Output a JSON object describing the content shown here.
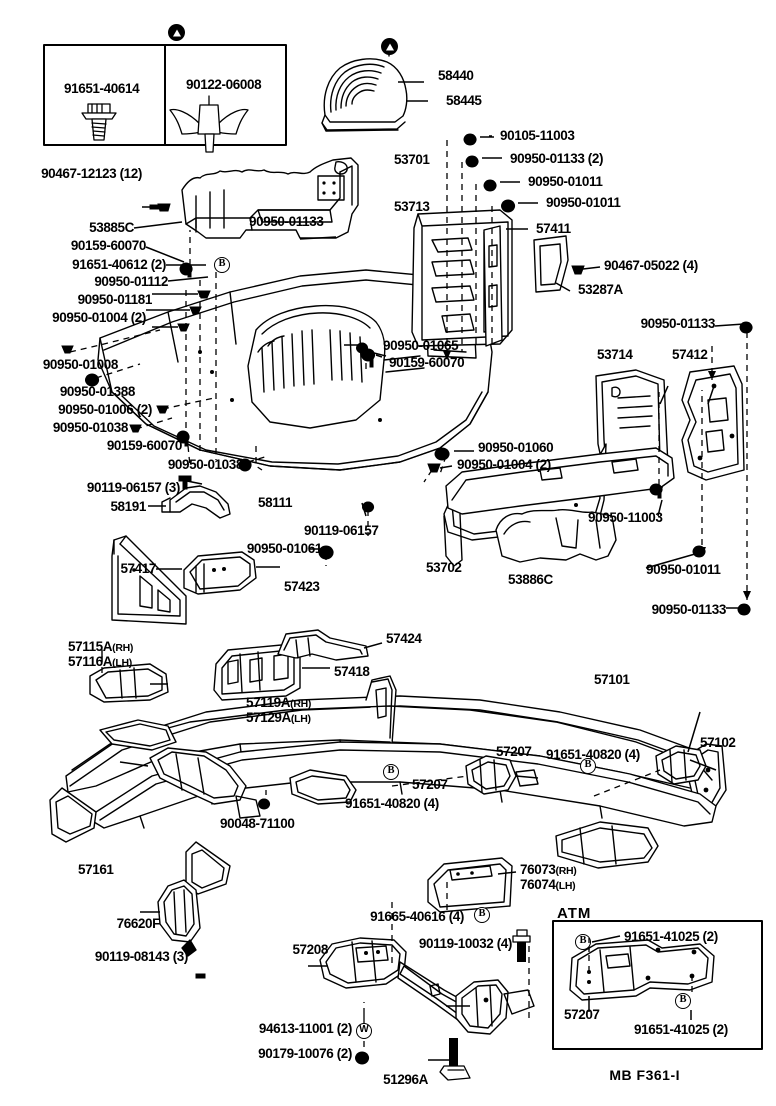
{
  "diagram": {
    "footer_code": "MB  F361-I",
    "atm_section_label": "ATM",
    "marker_b": "B",
    "marker_w": "W"
  },
  "legend_box": {
    "items": [
      {
        "part_number": "91651-40614",
        "icon": "bolt-icon"
      },
      {
        "part_number": "90122-06008",
        "icon": "wing-clip-icon"
      }
    ]
  },
  "callouts": [
    {
      "id": "c01",
      "text": "90467-12123 (12)"
    },
    {
      "id": "c02",
      "text": "53885C"
    },
    {
      "id": "c03",
      "text": "90159-60070"
    },
    {
      "id": "c04",
      "text": "91651-40612 (2)"
    },
    {
      "id": "c05",
      "text": "90950-01112"
    },
    {
      "id": "c06",
      "text": "90950-01181"
    },
    {
      "id": "c07",
      "text": "90950-01004 (2)"
    },
    {
      "id": "c08",
      "text": "90950-01008"
    },
    {
      "id": "c09",
      "text": "90950-01388"
    },
    {
      "id": "c10",
      "text": "90950-01006 (2)"
    },
    {
      "id": "c11",
      "text": "90950-01038"
    },
    {
      "id": "c12",
      "text": "90159-60070"
    },
    {
      "id": "c13",
      "text": "90950-01038"
    },
    {
      "id": "c14",
      "text": "90119-06157 (3)"
    },
    {
      "id": "c15",
      "text": "58191"
    },
    {
      "id": "c16",
      "text": "57417"
    },
    {
      "id": "c17",
      "text": "57115A",
      "suffix": "(RH)"
    },
    {
      "id": "c18",
      "text": "57116A",
      "suffix": "(LH)"
    },
    {
      "id": "c19",
      "text": "58111"
    },
    {
      "id": "c20",
      "text": "90950-01061"
    },
    {
      "id": "c21",
      "text": "57423"
    },
    {
      "id": "c22",
      "text": "90119-06157"
    },
    {
      "id": "c23",
      "text": "58440"
    },
    {
      "id": "c24",
      "text": "58445"
    },
    {
      "id": "c25",
      "text": "53701"
    },
    {
      "id": "c26",
      "text": "53713"
    },
    {
      "id": "c27",
      "text": "90105-11003"
    },
    {
      "id": "c28",
      "text": "90950-01133 (2)"
    },
    {
      "id": "c29",
      "text": "90950-01011"
    },
    {
      "id": "c30",
      "text": "90950-01011"
    },
    {
      "id": "c31",
      "text": "57411"
    },
    {
      "id": "c32",
      "text": "90467-05022 (4)"
    },
    {
      "id": "c33",
      "text": "53287A"
    },
    {
      "id": "c34",
      "text": "90950-01133"
    },
    {
      "id": "c35",
      "text": "53714"
    },
    {
      "id": "c36",
      "text": "57412"
    },
    {
      "id": "c37",
      "text": "90950-11003"
    },
    {
      "id": "c38",
      "text": "90950-01011"
    },
    {
      "id": "c39",
      "text": "90950-01133"
    },
    {
      "id": "c40",
      "text": "90950-01133"
    },
    {
      "id": "c41",
      "text": "90950-01065"
    },
    {
      "id": "c42",
      "text": "90159-60070"
    },
    {
      "id": "c43",
      "text": "90950-01060"
    },
    {
      "id": "c44",
      "text": "90950-01004 (2)"
    },
    {
      "id": "c45",
      "text": "53702"
    },
    {
      "id": "c46",
      "text": "53886C"
    },
    {
      "id": "c47",
      "text": "57424"
    },
    {
      "id": "c48",
      "text": "57418"
    },
    {
      "id": "c49",
      "text": "57119A",
      "suffix": "(RH)"
    },
    {
      "id": "c50",
      "text": "57129A",
      "suffix": "(LH)"
    },
    {
      "id": "c51",
      "text": "57101"
    },
    {
      "id": "c52",
      "text": "90048-71100"
    },
    {
      "id": "c53",
      "text": "91651-40820 (4)"
    },
    {
      "id": "c54",
      "text": "57207"
    },
    {
      "id": "c55",
      "text": "91651-40820 (4)"
    },
    {
      "id": "c56",
      "text": "57207"
    },
    {
      "id": "c57",
      "text": "57102"
    },
    {
      "id": "c58",
      "text": "57161"
    },
    {
      "id": "c59",
      "text": "76073",
      "suffix": "(RH)"
    },
    {
      "id": "c60",
      "text": "76074",
      "suffix": "(LH)"
    },
    {
      "id": "c61",
      "text": "76620F"
    },
    {
      "id": "c62",
      "text": "90119-08143 (3)"
    },
    {
      "id": "c63",
      "text": "91665-40616 (4)"
    },
    {
      "id": "c64",
      "text": "57208"
    },
    {
      "id": "c65",
      "text": "90119-10032 (4)"
    },
    {
      "id": "c66",
      "text": "94613-11001 (2)"
    },
    {
      "id": "c67",
      "text": "90179-10076 (2)"
    },
    {
      "id": "c68",
      "text": "51296A"
    },
    {
      "id": "c69",
      "text": "91651-41025 (2)"
    },
    {
      "id": "c70",
      "text": "91651-41025 (2)"
    },
    {
      "id": "c71",
      "text": "57207"
    }
  ]
}
